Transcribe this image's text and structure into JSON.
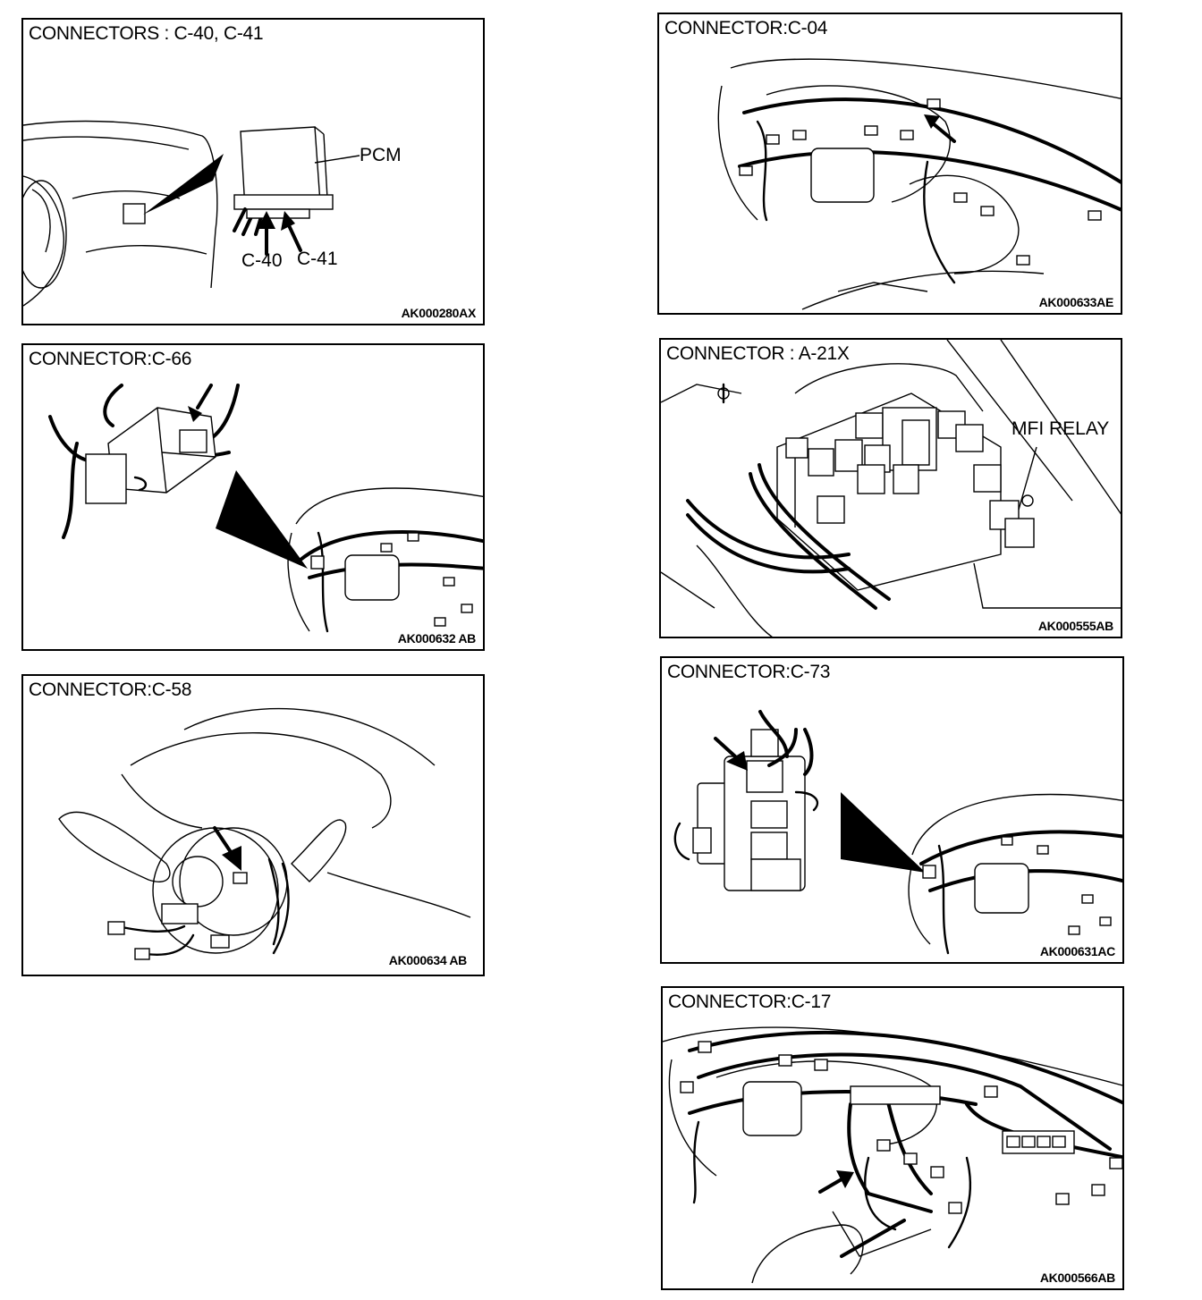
{
  "panels": [
    {
      "title": "CONNECTORS : C-40, C-41",
      "code": "AK000280AX",
      "labels": {
        "pcm": "PCM",
        "c40": "C-40",
        "c41": "C-41"
      }
    },
    {
      "title": "CONNECTOR:C-04",
      "code": "AK000633AE"
    },
    {
      "title": "CONNECTOR:C-66",
      "code": "AK000632 AB"
    },
    {
      "title": "CONNECTOR : A-21X",
      "code": "AK000555AB",
      "labels": {
        "relay": "MFI RELAY"
      }
    },
    {
      "title": "CONNECTOR:C-58",
      "code": "AK000634 AB"
    },
    {
      "title": "CONNECTOR:C-73",
      "code": "AK000631AC"
    },
    {
      "title": "CONNECTOR:C-17",
      "code": "AK000566AB"
    }
  ]
}
